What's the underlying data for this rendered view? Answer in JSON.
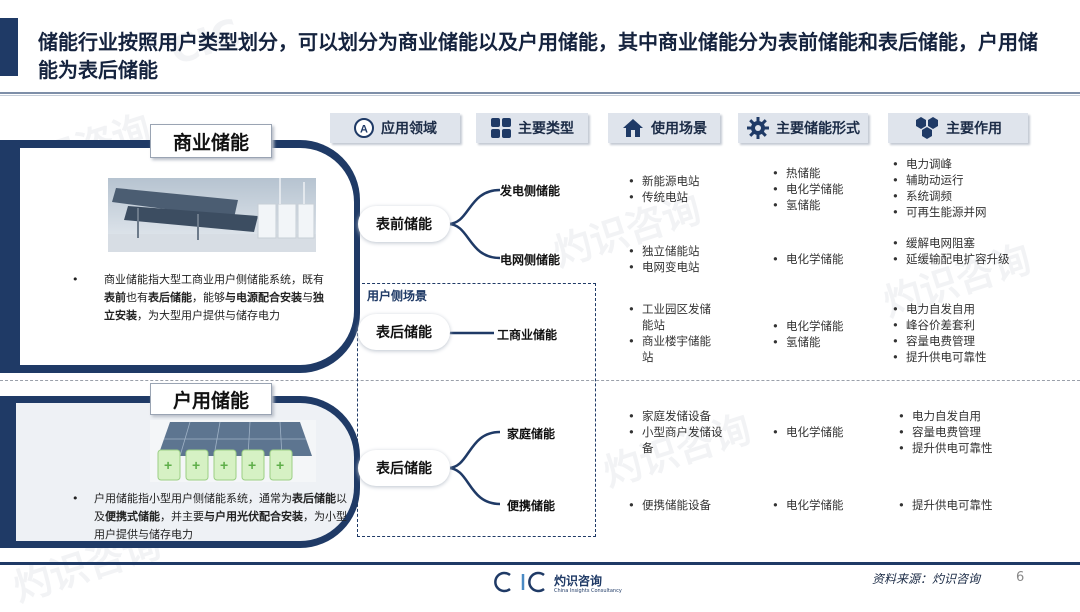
{
  "title": "储能行业按照用户类型划分，可以划分为商业储能以及户用储能，其中商业储能分为表前储能和表后储能，户用储能为表后储能",
  "headers": {
    "field": "应用领域",
    "type": "主要类型",
    "scene": "使用场景",
    "form": "主要储能形式",
    "role": "主要作用",
    "field_icon_letter": "A"
  },
  "commercial": {
    "label": "商业储能",
    "desc_parts": [
      "商业储能指大型工商业用户侧储能系统，既有",
      "表前",
      "也有",
      "表后储能",
      "，能够",
      "与电源配合安装",
      "与",
      "独立安装",
      "，为大型用户提供与储存电力"
    ]
  },
  "residential": {
    "label": "户用储能",
    "desc_parts": [
      "户用储能指小型用户侧储能系统，通常为",
      "表后储能",
      "以及",
      "便携式储能",
      "，并主要",
      "与户用光伏配合安装",
      "，为小型用户提供与储存电力"
    ]
  },
  "nodes": {
    "front_meter": "表前储能",
    "behind_meter_c": "表后储能",
    "behind_meter_r": "表后储能",
    "gen_side": "发电侧储能",
    "grid_side": "电网侧储能",
    "ci": "工商业储能",
    "home": "家庭储能",
    "portable": "便携储能",
    "user_side_scene": "用户侧场景"
  },
  "rows": [
    {
      "scene": [
        "新能源电站",
        "传统电站"
      ],
      "form": [
        "热储能",
        "电化学储能",
        "氢储能"
      ],
      "role": [
        "电力调峰",
        "辅助动运行",
        "系统调频",
        "可再生能源并网"
      ]
    },
    {
      "scene": [
        "独立储能站",
        "电网变电站"
      ],
      "form": [
        "电化学储能"
      ],
      "role": [
        "缓解电网阻塞",
        "延缓输配电扩容升级"
      ]
    },
    {
      "scene": [
        "工业园区发储能站",
        "商业楼宇储能站"
      ],
      "form": [
        "电化学储能",
        "氢储能"
      ],
      "role": [
        "电力自发自用",
        "峰谷价差套利",
        "容量电费管理",
        "提升供电可靠性"
      ]
    },
    {
      "scene": [
        "家庭发储设备",
        "小型商户发储设备"
      ],
      "form": [
        "电化学储能"
      ],
      "role": [
        "电力自发自用",
        "容量电费管理",
        "提升供电可靠性"
      ]
    },
    {
      "scene": [
        "便携储能设备"
      ],
      "form": [
        "电化学储能"
      ],
      "role": [
        "提升供电可靠性"
      ]
    }
  ],
  "footer": {
    "logo_text": "灼识咨询",
    "logo_sub": "China Insights Consultancy",
    "source": "资料来源：灼识咨询",
    "page": "6"
  },
  "colors": {
    "navy": "#1f3a66",
    "header_bg": "#dfe4ec",
    "panel_bg": "#eef1f5"
  }
}
